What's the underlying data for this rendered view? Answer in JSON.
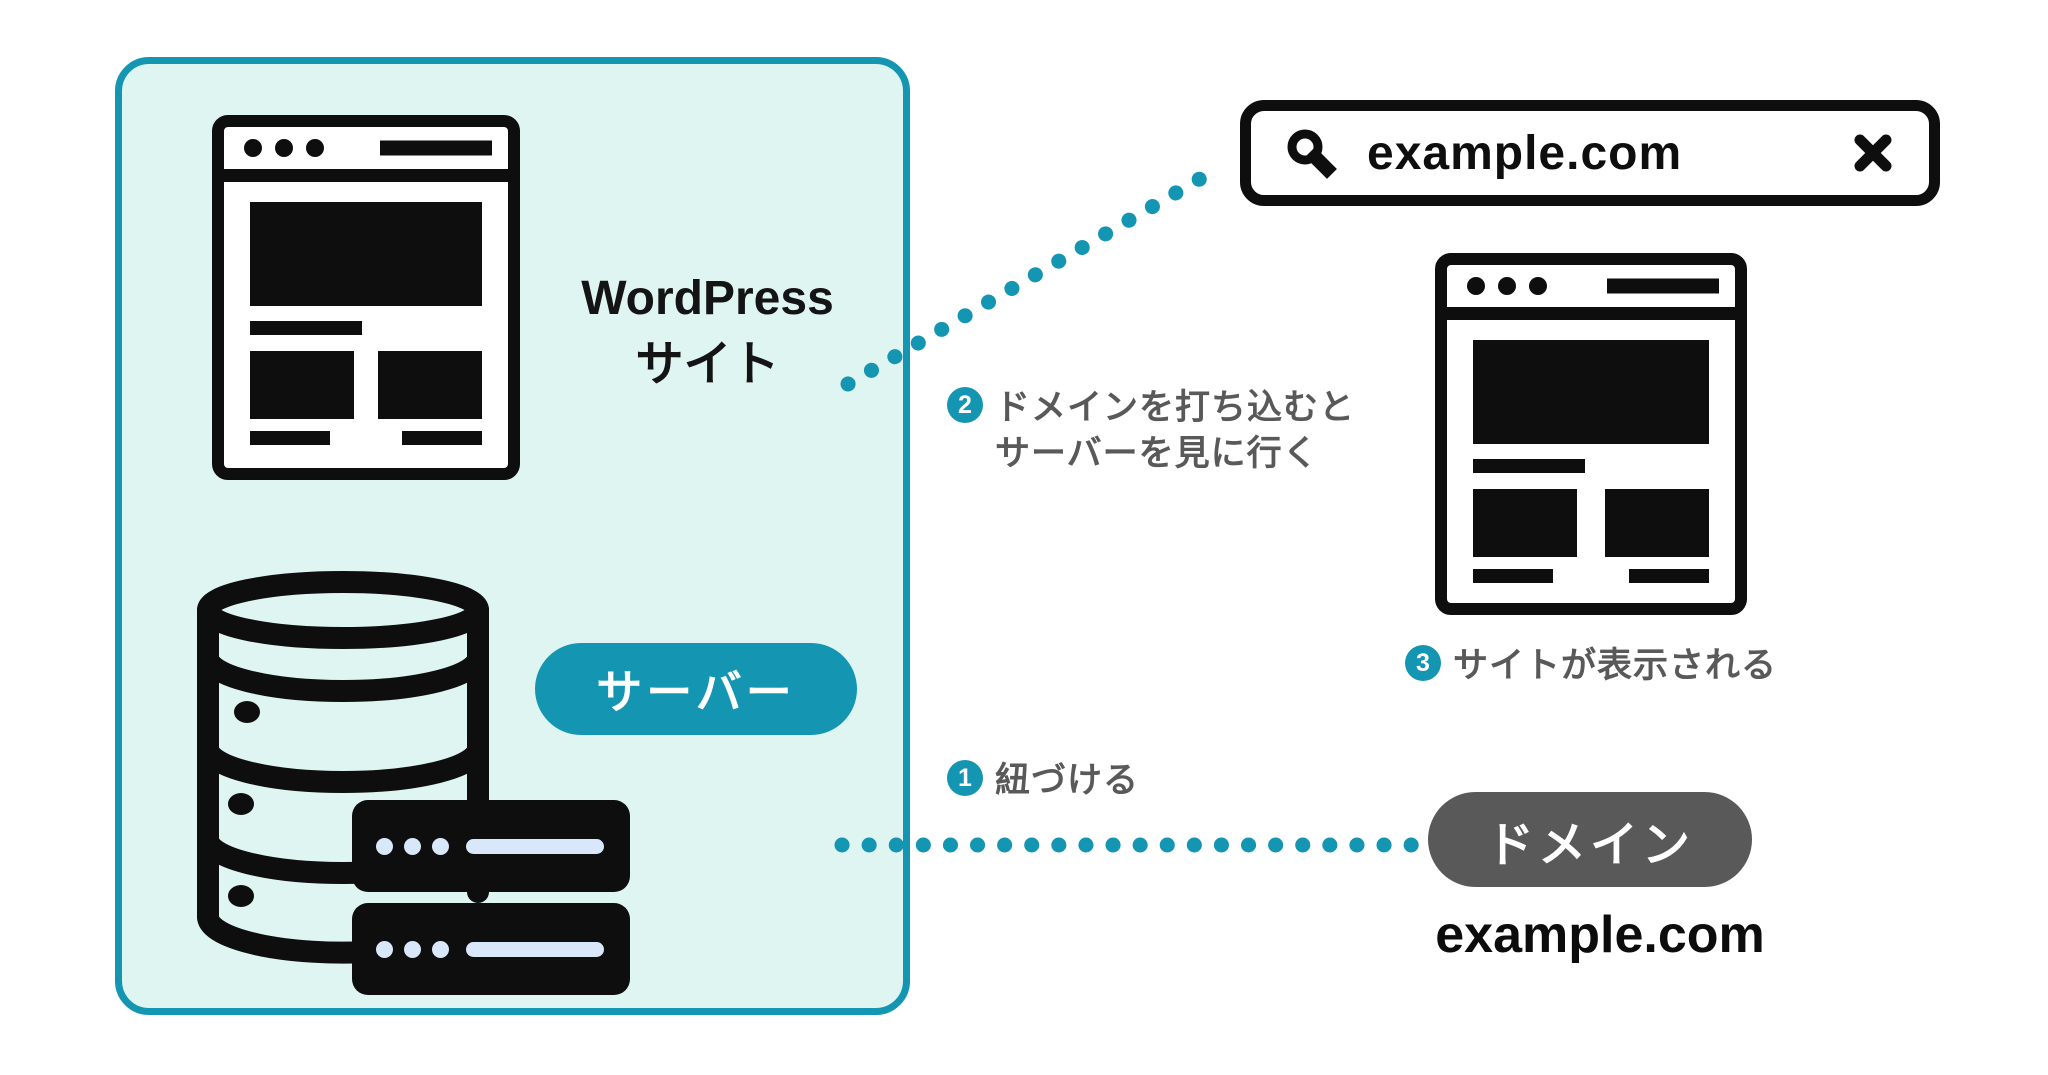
{
  "colors": {
    "teal": "#1495b2",
    "box_fill": "#dff5f2",
    "gray": "#595959",
    "ink": "#0e0e0e",
    "rack_accent": "#d8e7fa"
  },
  "server_box": {
    "wordpress_line1": "WordPress",
    "wordpress_line2": "サイト",
    "server_badge": "サーバー"
  },
  "address_bar": {
    "value": "example.com",
    "search_icon": "magnifier",
    "clear_icon": "heavy-x"
  },
  "steps": {
    "s1": {
      "num": "1",
      "text": "紐づける"
    },
    "s2": {
      "num": "2",
      "line1": "ドメインを打ち込むと",
      "line2": "サーバーを見に行く"
    },
    "s3": {
      "num": "3",
      "text": "サイトが表示される"
    }
  },
  "domain": {
    "badge": "ドメイン",
    "name": "example.com"
  }
}
